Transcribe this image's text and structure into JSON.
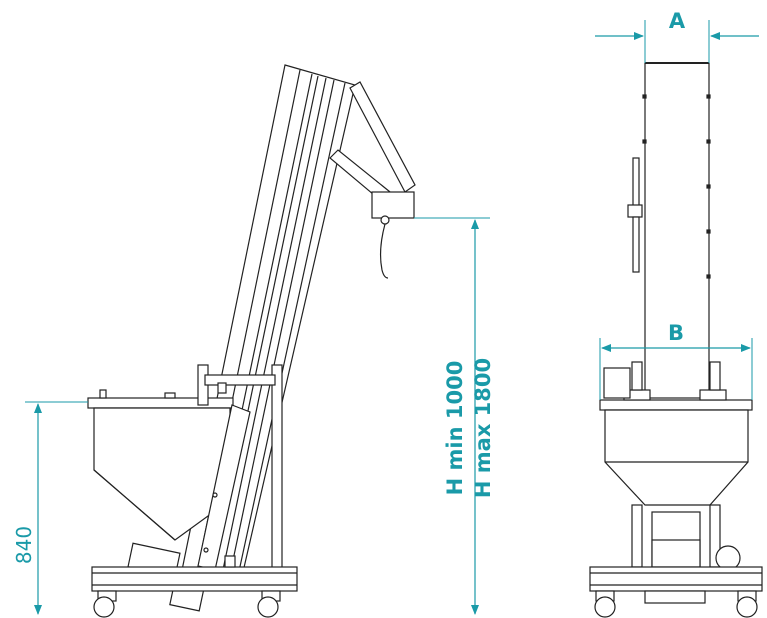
{
  "colors": {
    "dimension": "#1a9aa8",
    "line": "#222222",
    "fill": "#ffffff"
  },
  "dimensions": {
    "table_height": "840",
    "h_min": "H min 1000",
    "h_max": "H max 1800",
    "width_a": "A",
    "width_b": "B"
  }
}
